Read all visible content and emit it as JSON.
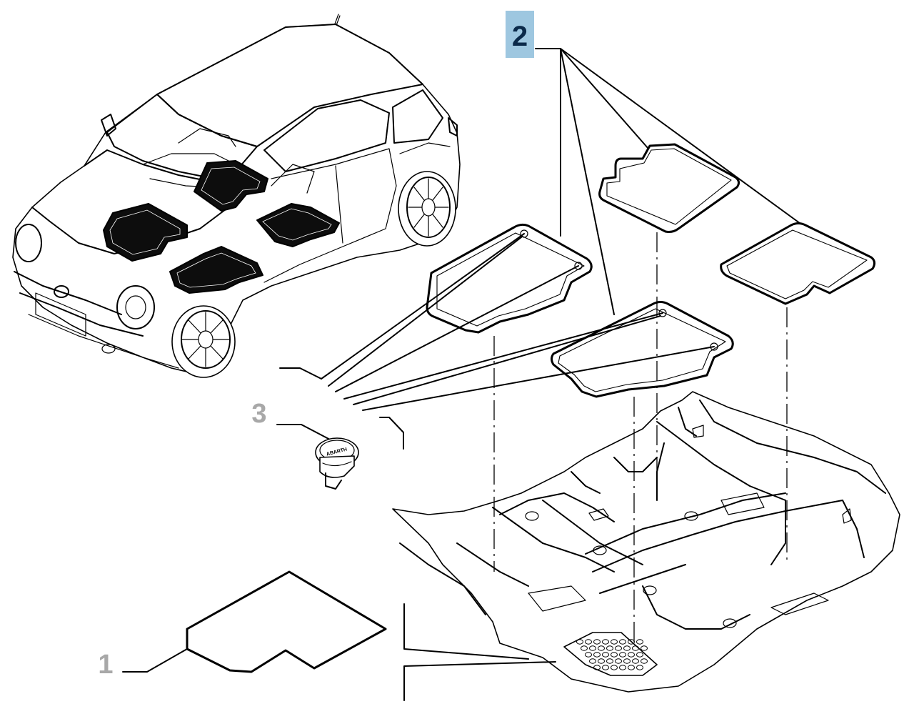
{
  "callouts": {
    "part_1": "1",
    "part_2": "2",
    "part_3": "3"
  },
  "colors": {
    "highlight_box": "#9ec7e0",
    "highlight_text": "#0b2a4a",
    "muted_label": "#a8a8a8",
    "line": "#000000"
  },
  "badge_text": "ABARTH"
}
